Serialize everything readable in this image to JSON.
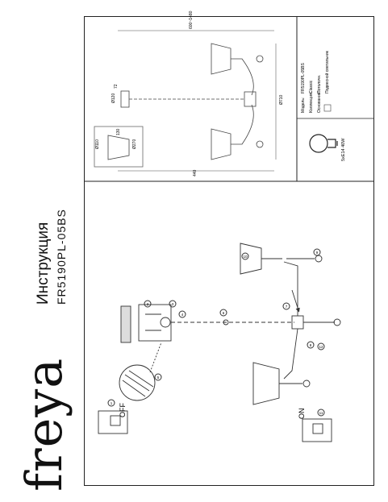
{
  "brand": "freya",
  "doc_title": "Инструкция",
  "model_code": "FR5190PL-05BS",
  "steps": {
    "off_label": "OFF",
    "on_label": "ON",
    "numbers": [
      "1",
      "2",
      "3",
      "4",
      "5",
      "6",
      "7",
      "8",
      "9",
      "10",
      "11",
      "12"
    ]
  },
  "spec": {
    "model_label": "Модель:",
    "model_value": "FR5190PL-05BS",
    "collection_label": "Коллекция:",
    "collection_value": "Classic",
    "mount_label": "Основание:",
    "mount_value": "Потолочн.",
    "type_value": "Подвесной светильник",
    "lamp_value": "5xE14 40W"
  },
  "dims": {
    "height": "600~1480",
    "width": "440",
    "d_canopy": "Ø120",
    "d_total": "Ø710",
    "shade_top": "130",
    "shade_h": "Ø110",
    "shade_d": "Ø270",
    "small_h": "72"
  }
}
